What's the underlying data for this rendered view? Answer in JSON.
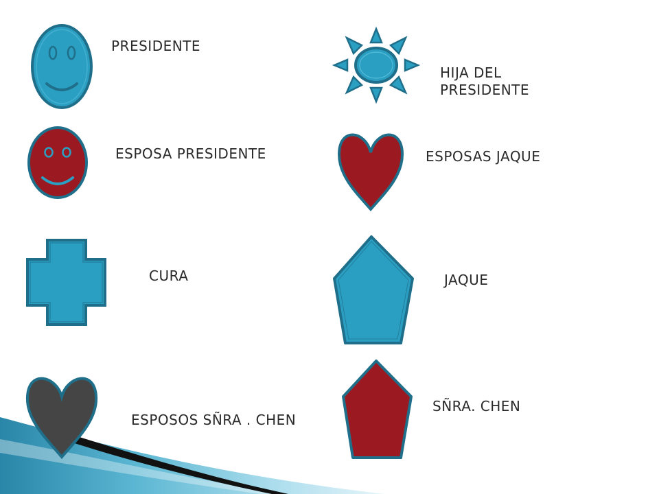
{
  "legend": {
    "colors": {
      "blue": "#2b9fc2",
      "blue_stroke": "#1f6f8b",
      "red": "#9b1a22",
      "dark": "#454545"
    },
    "items": [
      {
        "symbol": "smiley-face-blue-icon",
        "label": "PRESIDENTE"
      },
      {
        "symbol": "smiley-face-red-icon",
        "label": "ESPOSA PRESIDENTE"
      },
      {
        "symbol": "plus-cross-icon",
        "label": "CURA"
      },
      {
        "symbol": "heart-dark-icon",
        "label": "ESPOSOS  SÑRA . CHEN"
      },
      {
        "symbol": "sun-icon",
        "label": "HIJA DEL PRESIDENTE"
      },
      {
        "symbol": "heart-red-icon",
        "label": "ESPOSAS  JAQUE"
      },
      {
        "symbol": "pentagon-blue-icon",
        "label": "JAQUE"
      },
      {
        "symbol": "pentagon-red-icon",
        "label": "SÑRA. CHEN"
      }
    ]
  }
}
